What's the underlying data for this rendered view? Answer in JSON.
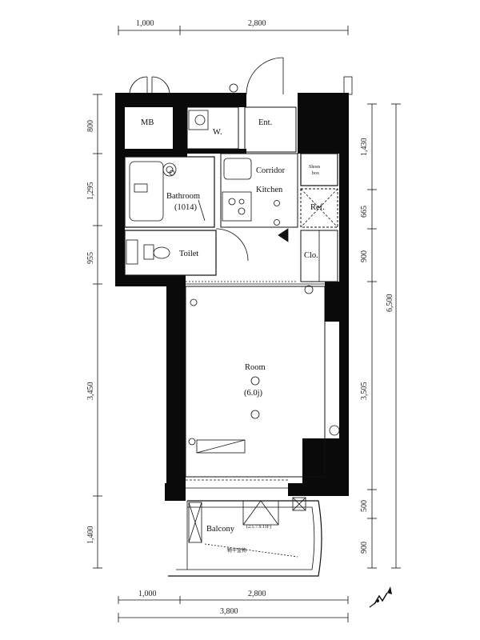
{
  "dimensions": {
    "top": [
      "1,000",
      "2,800"
    ],
    "bottom_segments": [
      "1,000",
      "2,800"
    ],
    "bottom_total": "3,800",
    "left": [
      "800",
      "1,295",
      "955",
      "3,450",
      "1,400"
    ],
    "right_inner": [
      "1,430",
      "665",
      "900",
      "3,505",
      "500",
      "900"
    ],
    "right_total": "6,500"
  },
  "rooms": {
    "mb": "MB",
    "wash": "W.",
    "entrance": "Ent.",
    "corridor": "Corridor",
    "shoes_box_1": "Shoes",
    "shoes_box_2": "box",
    "kitchen": "Kitchen",
    "bathroom": "Bathroom",
    "bathroom_size": "(1014)",
    "refrigerator": "Ref.",
    "toilet": "Toilet",
    "closet": "Clo.",
    "room": "Room",
    "room_size": "(6.0j)",
    "balcony": "Balcony",
    "balcony_note": "(2.5.7.9.11F)",
    "balcony_note2": "物干金物"
  },
  "colors": {
    "wall": "#0a0a0a",
    "line": "#111111"
  }
}
